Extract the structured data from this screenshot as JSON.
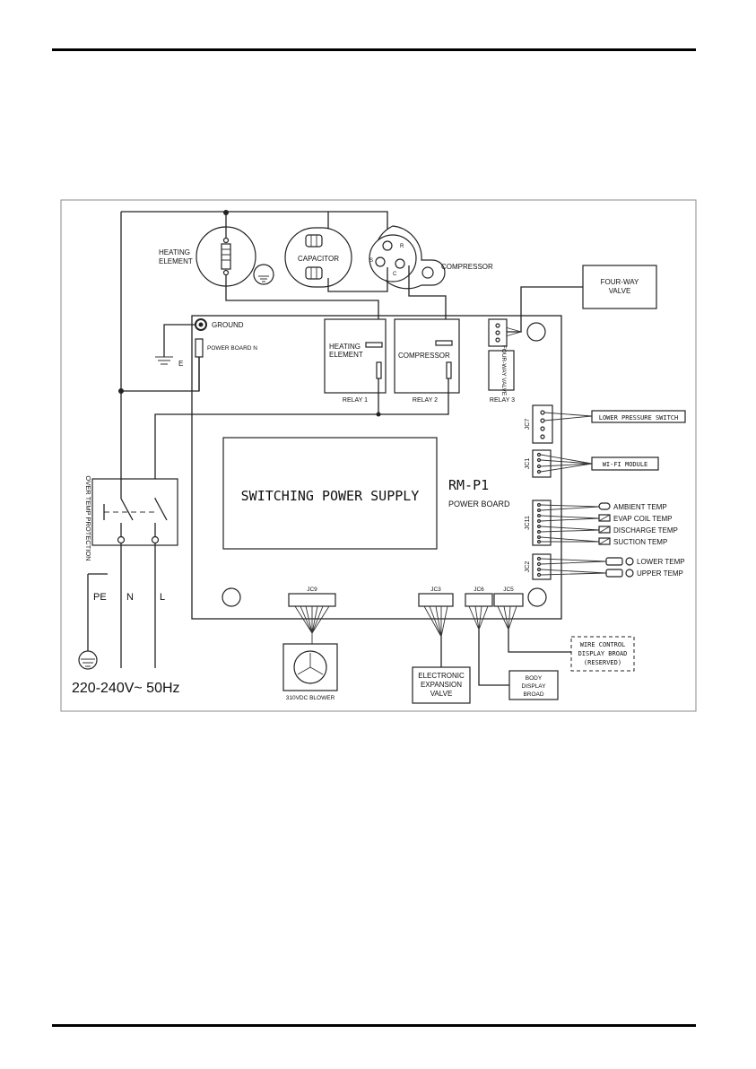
{
  "labels": {
    "heating_element": [
      "HEATING",
      "ELEMENT"
    ],
    "capacitor": "CAPACITOR",
    "compressor_motor": "COMPRESSOR",
    "four_way_valve": [
      "FOUR-WAY",
      "VALVE"
    ],
    "ground": "GROUND",
    "power_board_n": "POWER BOARD N",
    "e": "E",
    "relay1_element": [
      "HEATING",
      "ELEMENT"
    ],
    "relay1": "RELAY 1",
    "relay2_element": "COMPRESSOR",
    "relay2": "RELAY 2",
    "relay3_element": "FOUR-WAY VALVE",
    "relay3": "RELAY 3",
    "jc7": "JC7",
    "lower_pressure_switch": "LOWER PRESSURE SWITCH",
    "jc1": "JC1",
    "wifi_module": "WI-FI MODULE",
    "switching_power_supply": "SWITCHING POWER SUPPLY",
    "board_model": "RM-P1",
    "board_name": "POWER BOARD",
    "jc11": "JC11",
    "ambient_temp": "AMBIENT TEMP",
    "evap_coil_temp": "EVAP COIL TEMP",
    "discharge_temp": "DISCHARGE TEMP",
    "suction_temp": "SUCTION TEMP",
    "jc2": "JC2",
    "lower_temp": "LOWER TEMP",
    "upper_temp": "UPPER TEMP",
    "over_temp_protection": "OVER TEMP PROTECTION",
    "pe": "PE",
    "n": "N",
    "l": "L",
    "supply_voltage": "220-240V~ 50Hz",
    "jc9": "JC9",
    "blower": "310VDC BLOWER",
    "jc3": "JC3",
    "jc6": "JC6",
    "jc5": "JC5",
    "eev": [
      "ELECTRONIC",
      "EXPANSION",
      "VALVE"
    ],
    "body_display": [
      "BODY",
      "DISPLAY",
      "BROAD"
    ],
    "wire_control": [
      "WIRE CONTROL",
      "DISPLAY BROAD",
      "(RESERVED)"
    ]
  }
}
